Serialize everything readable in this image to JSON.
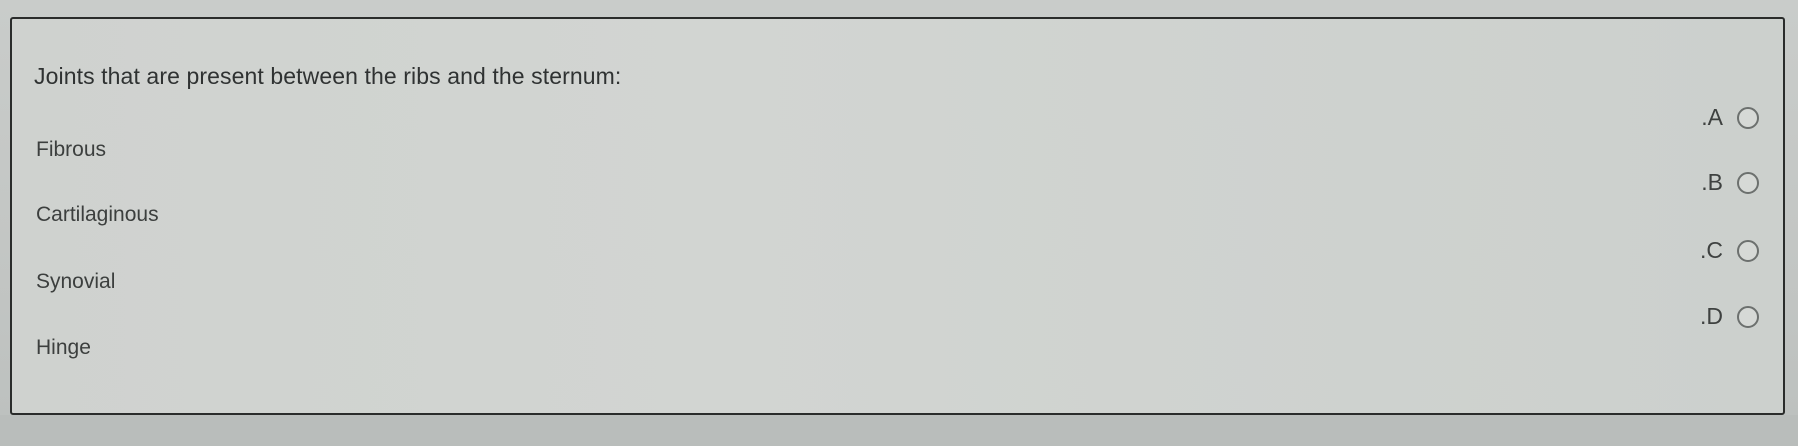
{
  "question": {
    "text": "Joints that are present between the ribs and the sternum:"
  },
  "options": [
    {
      "letter": ".A",
      "label": "Fibrous",
      "selected": false
    },
    {
      "letter": ".B",
      "label": "Cartilaginous",
      "selected": false
    },
    {
      "letter": ".C",
      "label": "Synovial",
      "selected": false
    },
    {
      "letter": ".D",
      "label": "Hinge",
      "selected": false
    }
  ]
}
